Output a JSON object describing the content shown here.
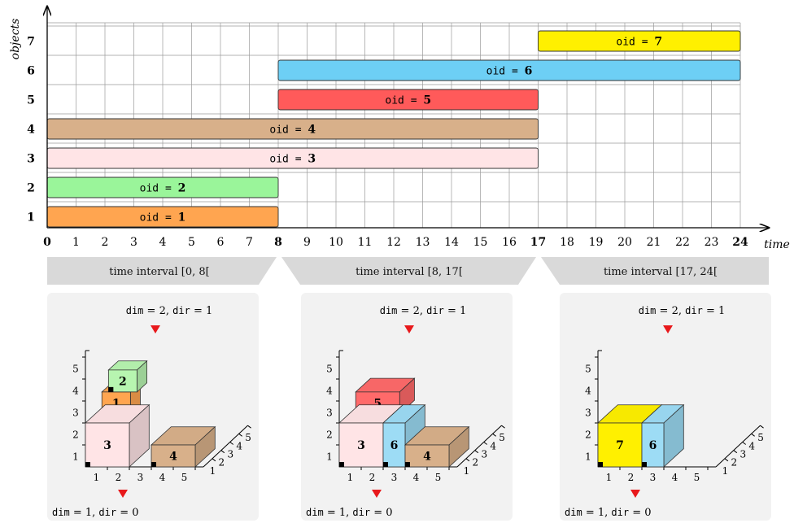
{
  "timeline": {
    "y_axis_title": "objects",
    "x_axis_title": "time",
    "x_ticks": [
      "0",
      "1",
      "2",
      "3",
      "4",
      "5",
      "6",
      "7",
      "8",
      "9",
      "10",
      "11",
      "12",
      "13",
      "14",
      "15",
      "16",
      "17",
      "18",
      "19",
      "20",
      "21",
      "22",
      "23",
      "24"
    ],
    "bold_x_ticks": [
      "0",
      "8",
      "17",
      "24"
    ],
    "y_ticks": [
      "1",
      "2",
      "3",
      "4",
      "5",
      "6",
      "7"
    ],
    "bars": [
      {
        "oid_prefix": "oid =",
        "oid": "1",
        "start": 0,
        "end": 8,
        "row": 1,
        "color": "#ffa550"
      },
      {
        "oid_prefix": "oid =",
        "oid": "2",
        "start": 0,
        "end": 8,
        "row": 2,
        "color": "#9af59a"
      },
      {
        "oid_prefix": "oid =",
        "oid": "3",
        "start": 0,
        "end": 17,
        "row": 3,
        "color": "#ffe4e6"
      },
      {
        "oid_prefix": "oid =",
        "oid": "4",
        "start": 0,
        "end": 17,
        "row": 4,
        "color": "#d8b08a"
      },
      {
        "oid_prefix": "oid =",
        "oid": "5",
        "start": 8,
        "end": 17,
        "row": 5,
        "color": "#ff5a5a"
      },
      {
        "oid_prefix": "oid =",
        "oid": "6",
        "start": 8,
        "end": 24,
        "row": 6,
        "color": "#6dcff5"
      },
      {
        "oid_prefix": "oid =",
        "oid": "7",
        "start": 17,
        "end": 24,
        "row": 7,
        "color": "#fff000"
      }
    ]
  },
  "intervals": [
    {
      "label": "time interval [0, 8["
    },
    {
      "label": "time interval [8, 17["
    },
    {
      "label": "time interval [17, 24["
    }
  ],
  "panels": [
    {
      "top_dim": "dim",
      "top_dim_val": "2",
      "top_dir": "dir",
      "top_dir_val": "1",
      "bottom_dim": "dim",
      "bottom_dim_val": "1",
      "bottom_dir": "dir",
      "bottom_dir_val": "0",
      "boxes": [
        "3",
        "1",
        "2",
        "4"
      ]
    },
    {
      "top_dim": "dim",
      "top_dim_val": "2",
      "top_dir": "dir",
      "top_dir_val": "1",
      "bottom_dim": "dim",
      "bottom_dim_val": "1",
      "bottom_dir": "dir",
      "bottom_dir_val": "0",
      "boxes": [
        "3",
        "6",
        "5",
        "4"
      ]
    },
    {
      "top_dim": "dim",
      "top_dim_val": "2",
      "top_dir": "dir",
      "top_dir_val": "1",
      "bottom_dim": "dim",
      "bottom_dim_val": "1",
      "bottom_dir": "dir",
      "bottom_dir_val": "0",
      "boxes": [
        "7",
        "6"
      ]
    }
  ],
  "panel_axes": {
    "x_ticks": [
      "1",
      "2",
      "3",
      "4",
      "5"
    ],
    "y_ticks": [
      "1",
      "2",
      "3",
      "4",
      "5"
    ],
    "z_ticks": [
      "1",
      "2",
      "3",
      "4",
      "5"
    ]
  },
  "colors": {
    "grid": "#9a9a9a",
    "interval_bg": "#d9d9d9",
    "panel_bg": "#f2f2f2",
    "marker_red": "#e8191c"
  }
}
